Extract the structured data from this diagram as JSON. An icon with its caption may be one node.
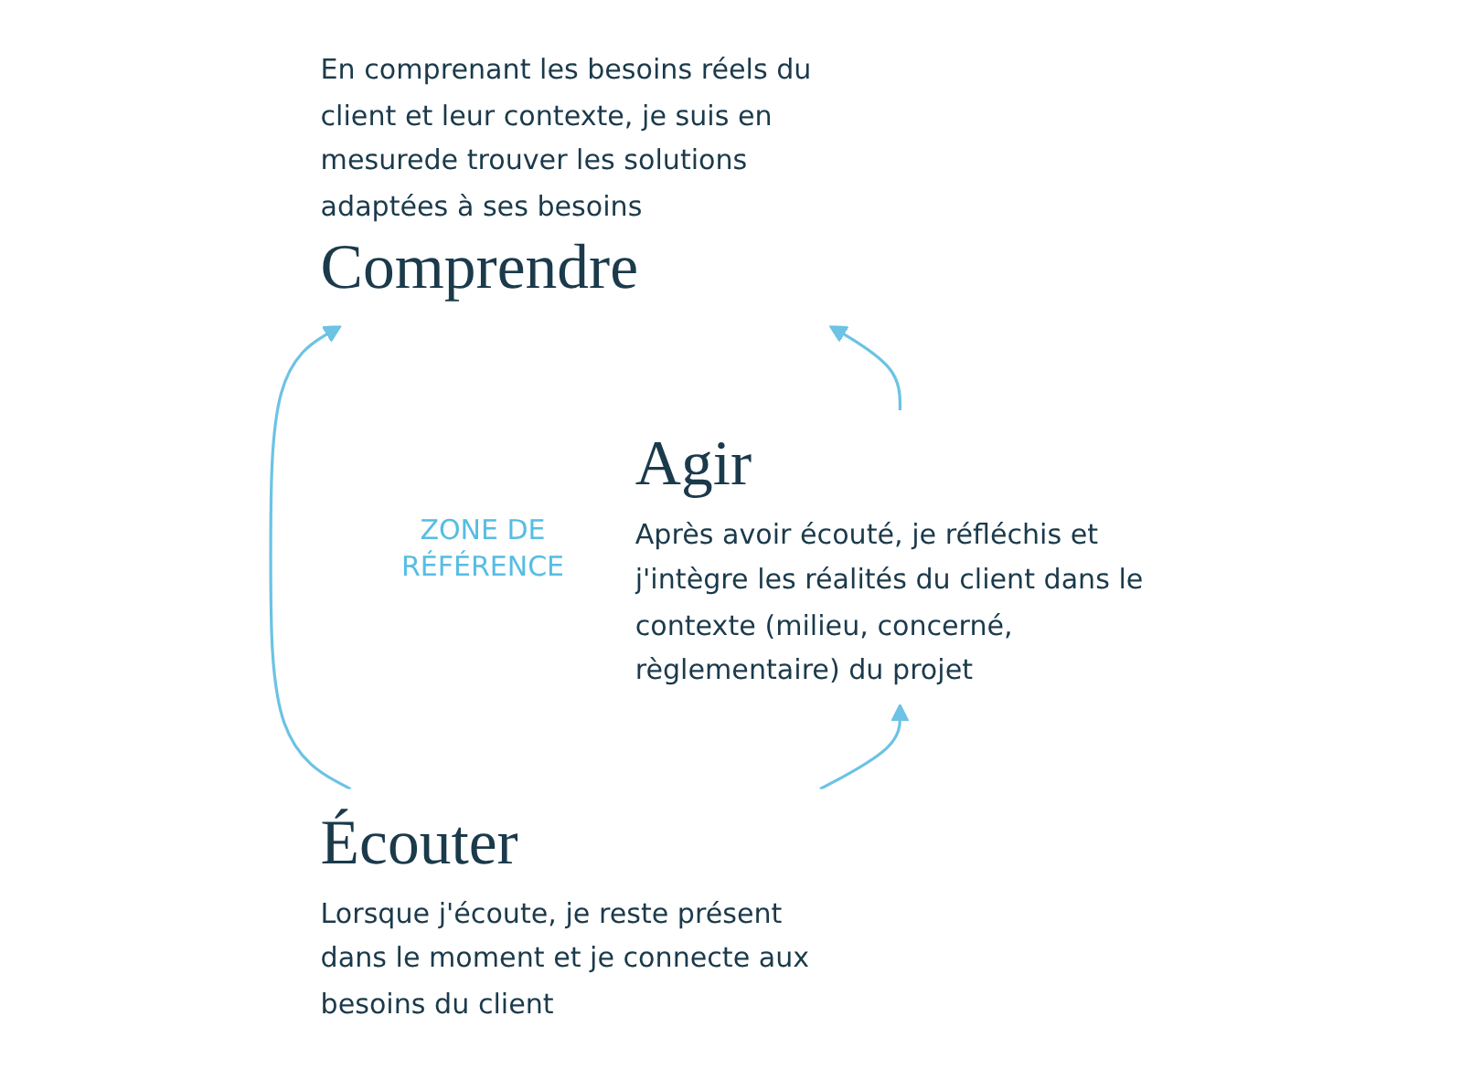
{
  "diagram": {
    "nodes": [
      {
        "text": [
          "En comprenant les besoins réels du client et leur contexte, je suis en mesurede trouver les solutions adaptées à ses besoins",
          "Comprendre"
        ]
      },
      {
        "text": [
          "Écouter",
          "Lorsque j'écoute, je reste présent dans le moment et je connecte aux besoins du client"
        ]
      },
      {
        "text": [
          "Agir",
          "Après avoir écouté, je réfléchis et j'intègre les réalités du client dans le contexte (milieu, concerné, règlementaire) du projet"
        ]
      }
    ],
    "edges": [
      {
        "from": 1,
        "to": 0,
        "arrow": "to"
      },
      {
        "from": 2,
        "to": 0,
        "arrow": "to"
      },
      {
        "from": 1,
        "to": 2,
        "arrow": "to"
      }
    ],
    "labels": [
      "ZONE DE RÉFÉRENCE"
    ]
  }
}
